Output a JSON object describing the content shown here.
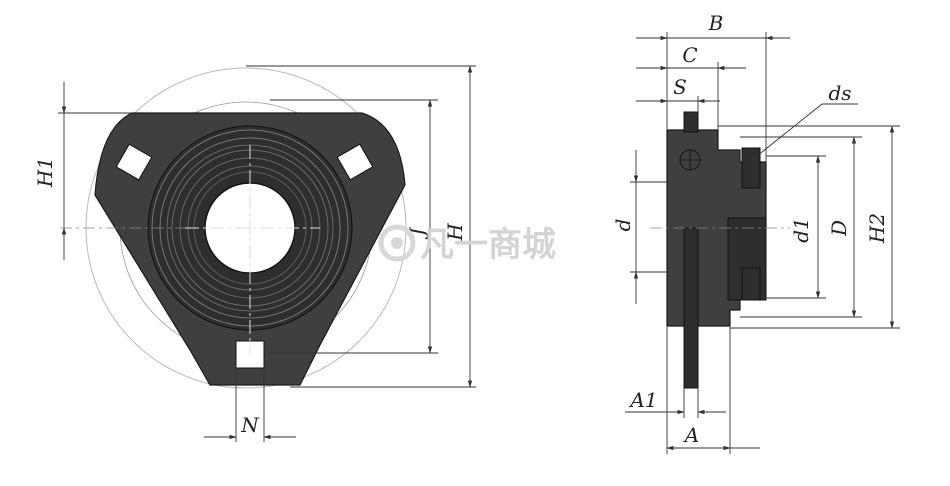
{
  "watermark": "凡一商城",
  "labels": {
    "h1": "H1",
    "j": "J",
    "h": "H",
    "n": "N",
    "b": "B",
    "c": "C",
    "s": "S",
    "ds": "ds",
    "d": "d",
    "d1": "d1",
    "D": "D",
    "h2": "H2",
    "a1": "A1",
    "a": "A"
  },
  "colors": {
    "body": "#3f3f3f",
    "outline": "#1a1a1a",
    "dimension_line": "#333333",
    "watermark": "#d4d4d4"
  }
}
